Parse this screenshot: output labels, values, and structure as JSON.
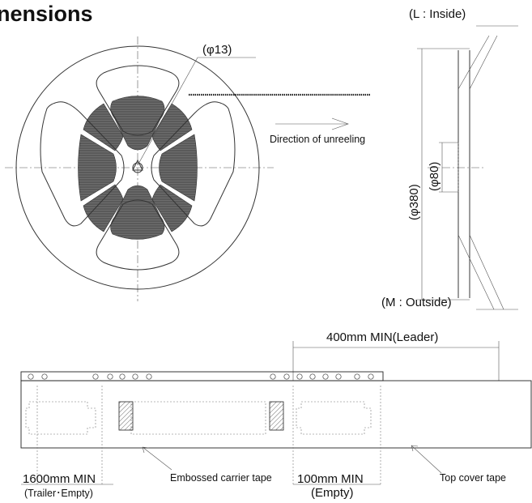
{
  "heading": "nensions",
  "reel_view": {
    "hub_diameter_label": "(φ13)",
    "direction_label": "Direction of unreeling"
  },
  "side_view": {
    "inside_label": "(L : Inside)",
    "outside_label": "(M : Outside)",
    "reel_diameter_label": "(φ380)",
    "hub_outer_label": "(φ80)"
  },
  "tape_view": {
    "leader_label": "400mm MIN(Leader)",
    "trailer_label": "1600mm MIN",
    "trailer_sub_label": "(Trailer･Empty)",
    "carrier_label": "Embossed carrier tape",
    "empty_label": "100mm MIN",
    "empty_sub_label": "(Empty)",
    "cover_label": "Top cover tape"
  },
  "colors": {
    "ink": "#111111",
    "tape_wound": "#555555",
    "line": "#444444"
  }
}
